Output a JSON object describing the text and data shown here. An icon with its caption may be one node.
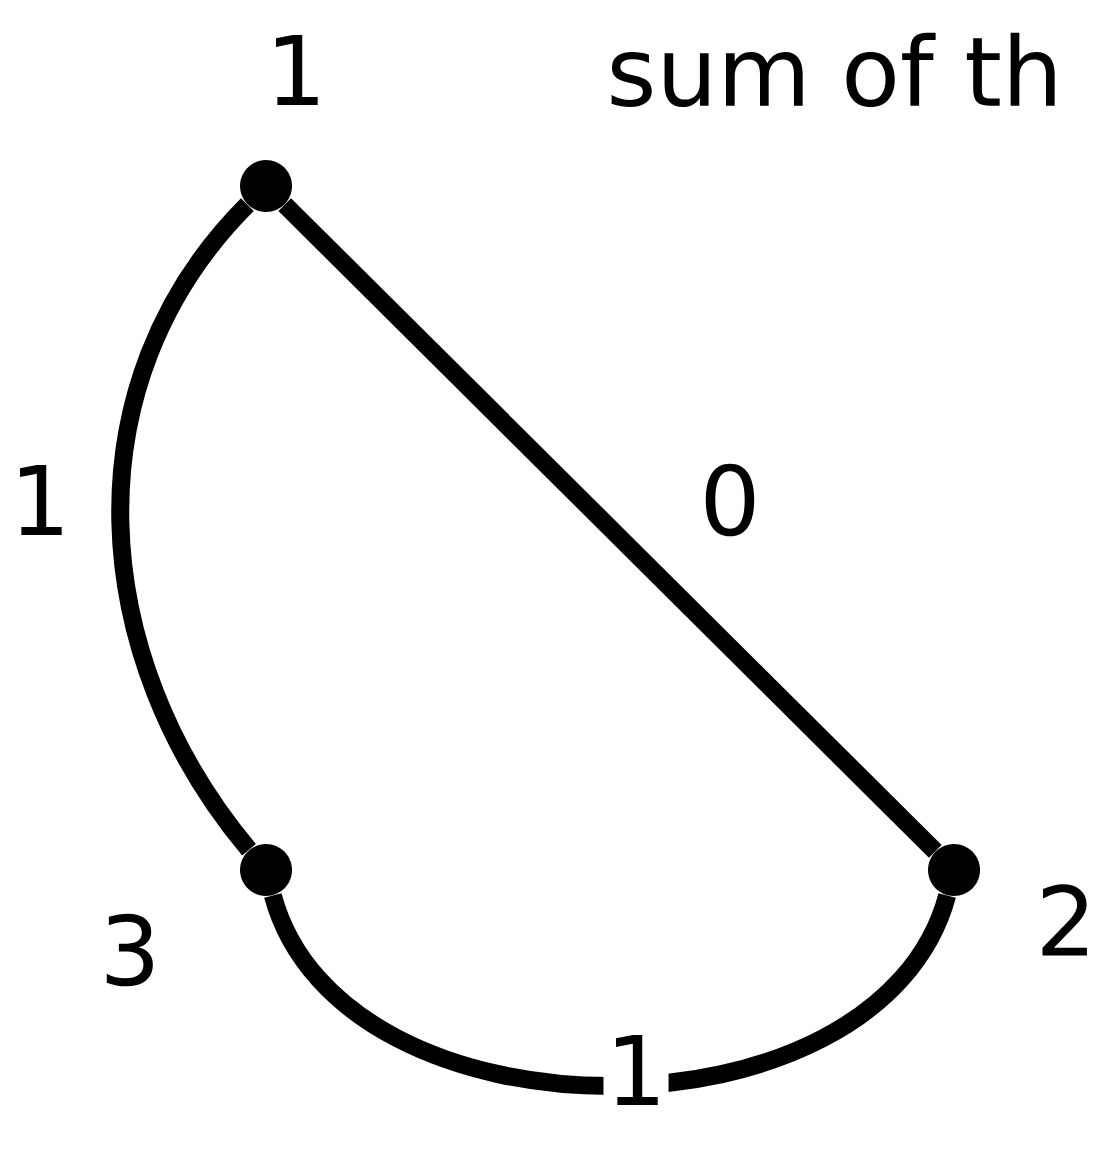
{
  "diagram": {
    "title": "sum of th",
    "nodes": [
      {
        "text": [],
        "shape": "circle",
        "beside": [
          "1"
        ]
      },
      {
        "text": [],
        "shape": "circle",
        "beside": [
          "3"
        ]
      },
      {
        "text": [],
        "shape": "circle",
        "beside": [
          "2"
        ]
      }
    ],
    "edges": [
      {
        "from": 0,
        "to": 1,
        "arrow": "none",
        "label": "1"
      },
      {
        "from": 0,
        "to": 2,
        "arrow": "none",
        "label": "0"
      },
      {
        "from": 1,
        "to": 2,
        "arrow": "none",
        "label": "1"
      }
    ]
  }
}
